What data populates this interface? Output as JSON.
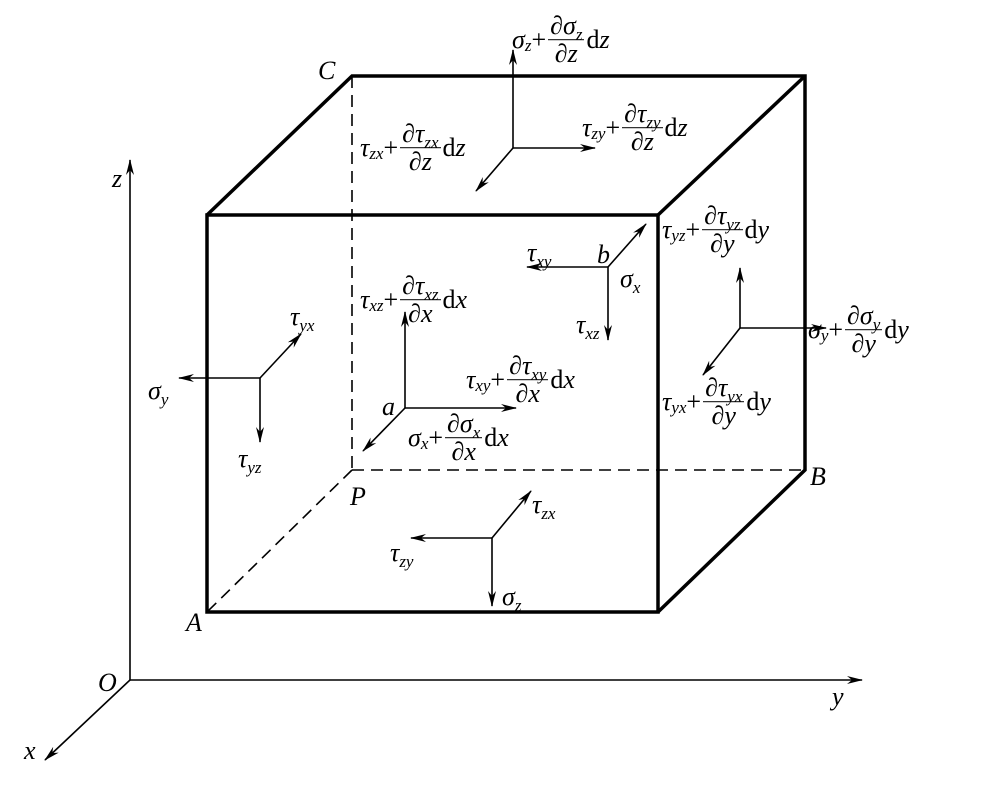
{
  "points": {
    "O": "O",
    "A": "A",
    "B": "B",
    "C": "C",
    "P": "P",
    "a": "a",
    "b": "b"
  },
  "axes": {
    "x": "x",
    "y": "y",
    "z": "z"
  },
  "simple_labels": [
    {
      "id": "tau-xy-b",
      "sym": "τ",
      "sub": "xy"
    },
    {
      "id": "sigma-x-b",
      "sym": "σ",
      "sub": "x"
    },
    {
      "id": "tau-xz-b",
      "sym": "τ",
      "sub": "xz"
    },
    {
      "id": "tau-yx-left",
      "sym": "τ",
      "sub": "yx"
    },
    {
      "id": "sigma-y-left",
      "sym": "σ",
      "sub": "y"
    },
    {
      "id": "tau-yz-left",
      "sym": "τ",
      "sub": "yz"
    },
    {
      "id": "tau-zx-bottom",
      "sym": "τ",
      "sub": "zx"
    },
    {
      "id": "tau-zy-bottom",
      "sym": "τ",
      "sub": "zy"
    },
    {
      "id": "sigma-z-bottom",
      "sym": "σ",
      "sub": "z"
    }
  ],
  "formulas": [
    {
      "id": "sigma-z-top",
      "sym": "σ",
      "sub": "z",
      "plus": "+",
      "partial": "∂",
      "var": "z",
      "d": "d"
    },
    {
      "id": "tau-zx-top",
      "sym": "τ",
      "sub": "zx",
      "plus": "+",
      "partial": "∂",
      "var": "z",
      "d": "d"
    },
    {
      "id": "tau-zy-top",
      "sym": "τ",
      "sub": "zy",
      "plus": "+",
      "partial": "∂",
      "var": "z",
      "d": "d"
    },
    {
      "id": "tau-yz-right",
      "sym": "τ",
      "sub": "yz",
      "plus": "+",
      "partial": "∂",
      "var": "y",
      "d": "d"
    },
    {
      "id": "sigma-y-right",
      "sym": "σ",
      "sub": "y",
      "plus": "+",
      "partial": "∂",
      "var": "y",
      "d": "d"
    },
    {
      "id": "tau-yx-right",
      "sym": "τ",
      "sub": "yx",
      "plus": "+",
      "partial": "∂",
      "var": "y",
      "d": "d"
    },
    {
      "id": "tau-xz-front",
      "sym": "τ",
      "sub": "xz",
      "plus": "+",
      "partial": "∂",
      "var": "x",
      "d": "d"
    },
    {
      "id": "tau-xy-front",
      "sym": "τ",
      "sub": "xy",
      "plus": "+",
      "partial": "∂",
      "var": "x",
      "d": "d"
    },
    {
      "id": "sigma-x-front",
      "sym": "σ",
      "sub": "x",
      "plus": "+",
      "partial": "∂",
      "var": "x",
      "d": "d"
    }
  ]
}
